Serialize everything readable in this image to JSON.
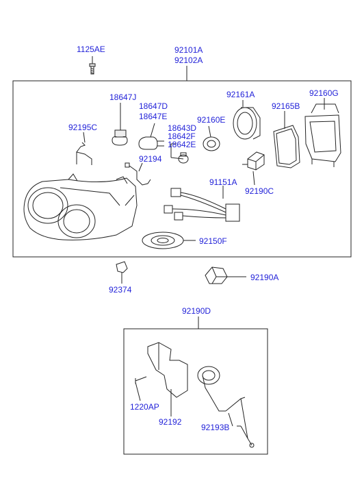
{
  "colors": {
    "label": "#1f1fd8",
    "line": "#222222"
  },
  "parts": {
    "p1125AE": "1125AE",
    "p92101A": "92101A",
    "p92102A": "92102A",
    "p18647J": "18647J",
    "p18647D": "18647D",
    "p18647E": "18647E",
    "p18643D": "18643D",
    "p18642F": "18642F",
    "p18642E": "18642E",
    "p92161A": "92161A",
    "p92160E": "92160E",
    "p92165B": "92165B",
    "p92160G": "92160G",
    "p92195C": "92195C",
    "p92194": "92194",
    "p91151A": "91151A",
    "p92190C": "92190C",
    "p92150F": "92150F",
    "p92374": "92374",
    "p92190A": "92190A",
    "p92190D": "92190D",
    "p1220AP": "1220AP",
    "p92192": "92192",
    "p92193B": "92193B"
  }
}
